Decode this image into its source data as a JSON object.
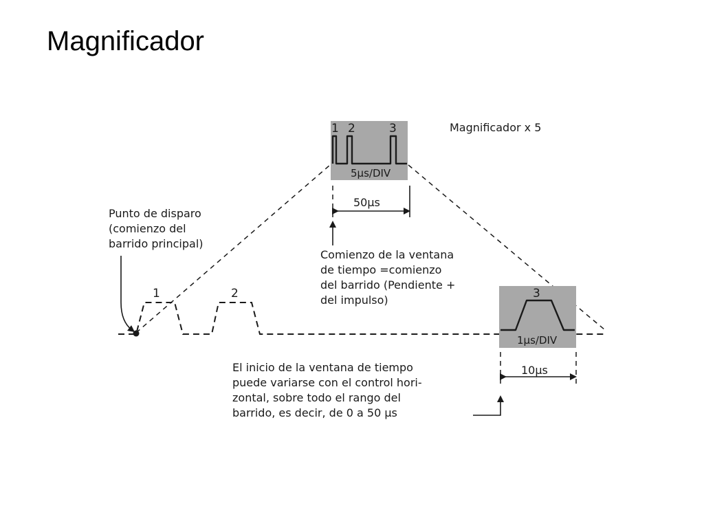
{
  "title": "Magnificador",
  "diagram": {
    "magnifier_label": "Magnificador x 5",
    "upper_screen": {
      "pulse_labels": [
        "1",
        "2",
        "3"
      ],
      "scale": "5µs/DIV",
      "span": "50µs"
    },
    "lower_screen": {
      "pulse_label": "3",
      "scale": "1µs/DIV",
      "span": "10µs"
    },
    "main_pulse_labels": [
      "1",
      "2"
    ],
    "trigger_note": [
      "Punto de disparo",
      "(comienzo del",
      "barrido principal)"
    ],
    "window_start_note": [
      "Comienzo de la ventana",
      "de tiempo =comienzo",
      "del barrido (Pendiente +",
      "del impulso)"
    ],
    "window_variation_note": [
      "El inicio de la ventana de tiempo",
      "puede variarse con el control hori-",
      "zontal, sobre todo el rango del",
      "barrido, es decir, de 0 a 50 µs"
    ]
  }
}
